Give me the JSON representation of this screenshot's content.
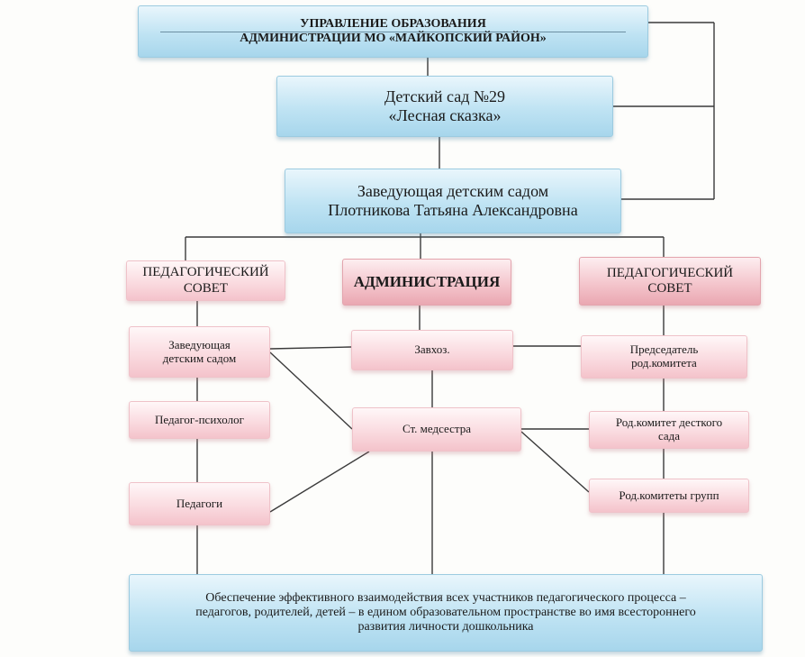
{
  "nodes": {
    "department": "УПРАВЛЕНИЕ ОБРАЗОВАНИЯ\nАДМИНИСТРАЦИИ МО «МАЙКОПСКИЙ РАЙОН»",
    "kindergarten": "Детский сад №29\n«Лесная сказка»",
    "head": "Заведующая детским садом\nПлотникова Татьяна Александровна",
    "ped_council_left": "ПЕДАГОГИЧЕСКИЙ\nСОВЕТ",
    "administration": "АДМИНИСТРАЦИЯ",
    "ped_council_right": "ПЕДАГОГИЧЕСКИЙ\nСОВЕТ",
    "head_short": "Заведующая\nдетским садом",
    "psychologist": "Педагог-психолог",
    "teachers": "Педагоги",
    "supply_manager": "Завхоз.",
    "senior_nurse": "Ст. медсестра",
    "parent_chair": "Председатель\nрод.комитета",
    "parent_committee_kg": "Род.комитет десткого\nсада",
    "parent_committees_groups": "Род.комитеты групп",
    "goal": "Обеспечение эффективного взаимодействия всех участников педагогического процесса –\nпедагогов, родителей, детей – в едином образовательном пространстве во имя всестороннего\nразвития личности дошкольника"
  }
}
